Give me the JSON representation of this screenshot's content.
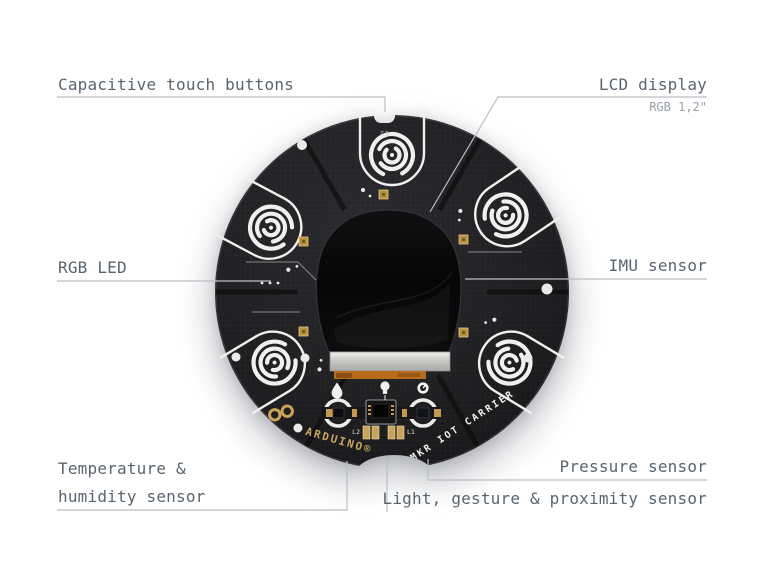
{
  "page": {
    "background": "#ffffff"
  },
  "colors": {
    "label_text": "#5a646e",
    "sublabel_text": "#9aa0a6",
    "leader_line": "#b9bfc5",
    "board_black": "#1d1d1f",
    "silkscreen_white": "#f0f0ee",
    "gold": "#c9a35c",
    "lcd_black": "#0a0a0b",
    "lcd_bezel_silver": "#d2d2d0",
    "flex_connector_orange": "#b96b1c"
  },
  "annotations": {
    "capacitive_touch": {
      "label": "Capacitive touch buttons"
    },
    "lcd": {
      "label": "LCD display",
      "sublabel": "RGB 1,2\""
    },
    "rgb_led": {
      "label": "RGB LED"
    },
    "imu": {
      "label": "IMU sensor"
    },
    "temp_humidity": {
      "label_line1": "Temperature &",
      "label_line2": "humidity sensor"
    },
    "pressure": {
      "label": "Pressure sensor"
    },
    "light_gesture": {
      "label": "Light, gesture & proximity sensor"
    }
  },
  "board": {
    "name": "Arduino MKR IoT Carrier",
    "touch_button_count": 5,
    "silkscreen": {
      "brand": "ARDUINO®",
      "product": "MKR IOT CARRIER",
      "code_top": "62",
      "pad_label_left": "L2",
      "pad_label_right": "L1"
    },
    "icons": [
      "fingerprint-touch-icon",
      "droplet-icon",
      "bulb-icon",
      "gauge-icon",
      "infinity-logo-icon"
    ]
  }
}
